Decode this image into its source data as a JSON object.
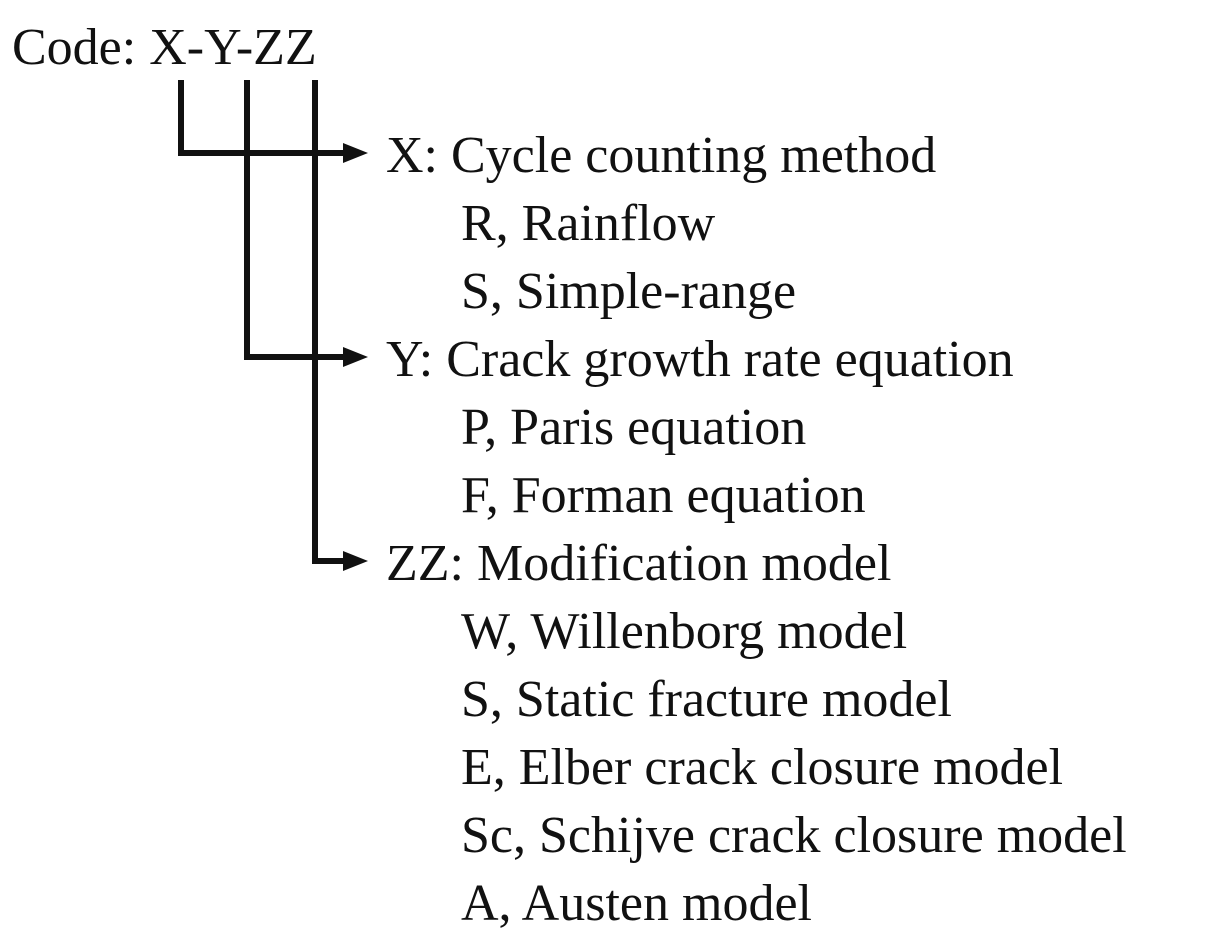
{
  "code_label": "Code: X-Y-ZZ",
  "groups": [
    {
      "header": "X: Cycle counting method",
      "options": [
        "R, Rainflow",
        "S, Simple-range"
      ]
    },
    {
      "header": "Y: Crack growth rate equation",
      "options": [
        "P, Paris equation",
        "F, Forman equation"
      ]
    },
    {
      "header": "ZZ: Modification model",
      "options": [
        "W, Willenborg model",
        "S, Static fracture model",
        "E, Elber crack closure model",
        "Sc, Schijve crack closure model",
        "A, Austen model"
      ]
    }
  ],
  "line_color": "#111111"
}
